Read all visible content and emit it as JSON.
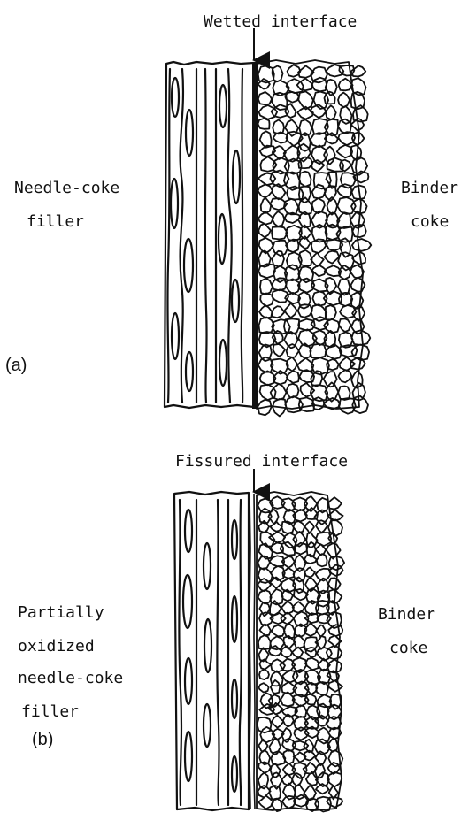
{
  "panel_a": {
    "tag": "(a)",
    "interface_label": "Wetted interface",
    "left_label": [
      "Needle-coke",
      "filler"
    ],
    "right_label": [
      "Binder",
      "coke"
    ]
  },
  "panel_b": {
    "tag": "(b)",
    "interface_label": "Fissured interface",
    "left_label": [
      "Partially",
      "oxidized",
      "needle-coke",
      "filler"
    ],
    "right_label": [
      "Binder",
      "coke"
    ]
  }
}
